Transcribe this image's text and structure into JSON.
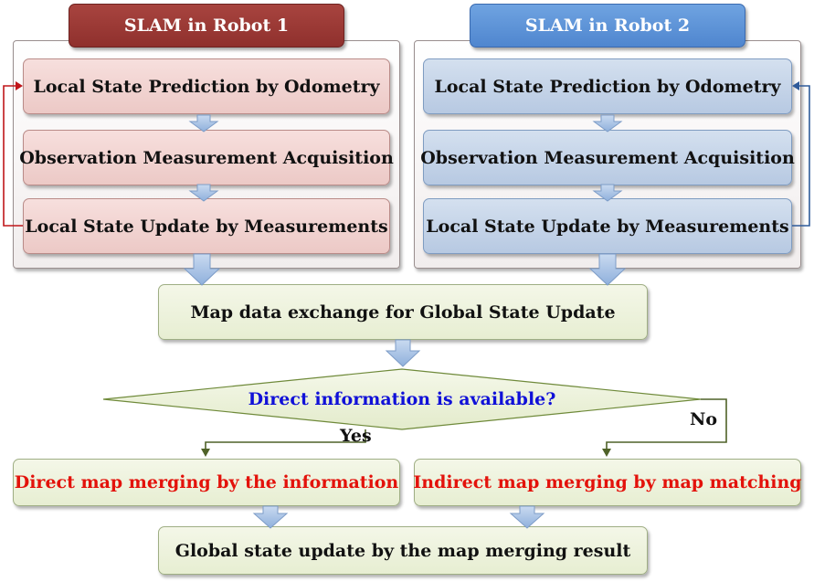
{
  "robot1": {
    "title": "SLAM in Robot 1",
    "steps": [
      "Local State Prediction by Odometry",
      "Observation Measurement Acquisition",
      "Local State Update by Measurements"
    ]
  },
  "robot2": {
    "title": "SLAM in Robot 2",
    "steps": [
      "Local State Prediction by Odometry",
      "Observation Measurement Acquisition",
      "Local State Update by Measurements"
    ]
  },
  "exchange": "Map data exchange for Global State Update",
  "decision": {
    "question": "Direct information is available?",
    "yes": "Yes",
    "no": "No"
  },
  "direct_merge": "Direct map merging by the information",
  "indirect_merge": "Indirect map merging by map matching",
  "global_update": "Global state update by the map merging result",
  "colors": {
    "robot1_accent": "#8f302d",
    "robot2_accent": "#4f86cf",
    "feedback_red": "#c0161a",
    "feedback_blue": "#2f5b9a",
    "question_text": "#1010d8",
    "merge_text": "#e3120b",
    "connector_green": "#4f6228",
    "arrow_fill": "#a9c4e6"
  }
}
